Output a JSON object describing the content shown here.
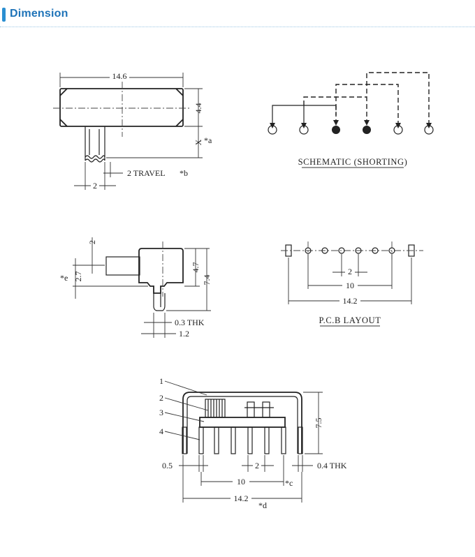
{
  "header": {
    "title": "Dimension",
    "accent_color": "#1e73b8"
  },
  "top_view": {
    "width_label": "14.6",
    "height_label": "4.4",
    "x_label": "X",
    "a_label": "*a",
    "actuator_width_label": "2",
    "travel_label": "2  TRAVEL",
    "b_label": "*b"
  },
  "schematic": {
    "caption": "SCHEMATIC (SHORTING)",
    "contact_count": 6
  },
  "side_view": {
    "top_dim_label": "2",
    "e_label": "*e",
    "stem_height_label": "2.7",
    "body_height_label": "4.7",
    "total_height_label": "7.4",
    "thk_label": "0.3  THK",
    "pin_offset_label": "1.2"
  },
  "pcb_layout": {
    "pitch_label": "2",
    "inner_span_label": "10",
    "outer_span_label": "14.2",
    "caption": "P.C.B  LAYOUT"
  },
  "front_view": {
    "callouts": [
      "1",
      "2",
      "3",
      "4"
    ],
    "height_label": "7.5",
    "pin_width_label": "0.5",
    "pitch_label": "2",
    "thk_label": "0.4  THK",
    "inner_span_label": "10",
    "c_label": "*c",
    "outer_span_label": "14.2",
    "d_label": "*d"
  }
}
